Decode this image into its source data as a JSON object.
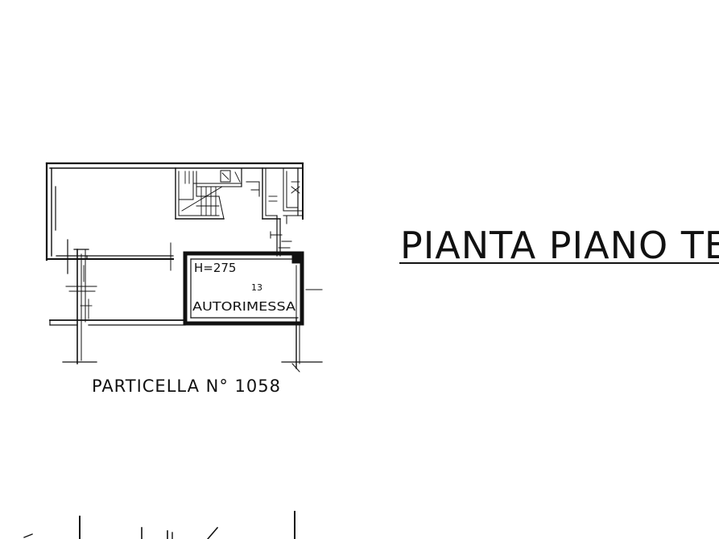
{
  "plan": {
    "title": "PIANTA PIANO TERR",
    "parcel_label": "PARTICELLA N° 1058",
    "garage": {
      "height_label": "H=275",
      "number": "13",
      "name": "AUTORIMESSA"
    }
  },
  "colors": {
    "ink": "#111111",
    "paper": "#ffffff"
  }
}
